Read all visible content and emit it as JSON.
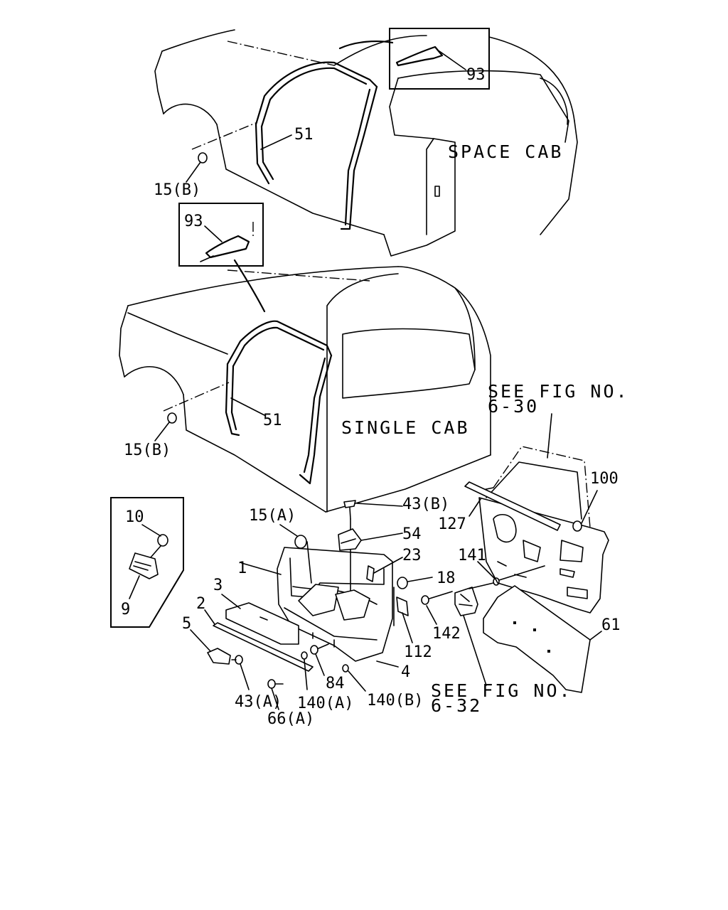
{
  "diagram": {
    "titles": {
      "space_cab": "SPACE CAB",
      "single_cab": "SINGLE CAB"
    },
    "references": {
      "fig_6_30_line1": "SEE FIG NO.",
      "fig_6_30_line2": "6-30",
      "fig_6_32_line1": "SEE FIG NO.",
      "fig_6_32_line2": "6-32"
    },
    "callouts": {
      "p93_top": "93",
      "p51_top": "51",
      "p15b_top": "15(B)",
      "p93_inset": "93",
      "p51_mid": "51",
      "p15b_mid": "15(B)",
      "p10": "10",
      "p9": "9",
      "p15a": "15(A)",
      "p43b": "43(B)",
      "p54": "54",
      "p23": "23",
      "p18": "18",
      "p1": "1",
      "p3": "3",
      "p2": "2",
      "p5": "5",
      "p112": "112",
      "p142": "142",
      "p4": "4",
      "p84": "84",
      "p140a": "140(A)",
      "p140b": "140(B)",
      "p43a": "43(A)",
      "p66a": "66(A)",
      "p100": "100",
      "p127": "127",
      "p141": "141",
      "p61": "61"
    }
  }
}
